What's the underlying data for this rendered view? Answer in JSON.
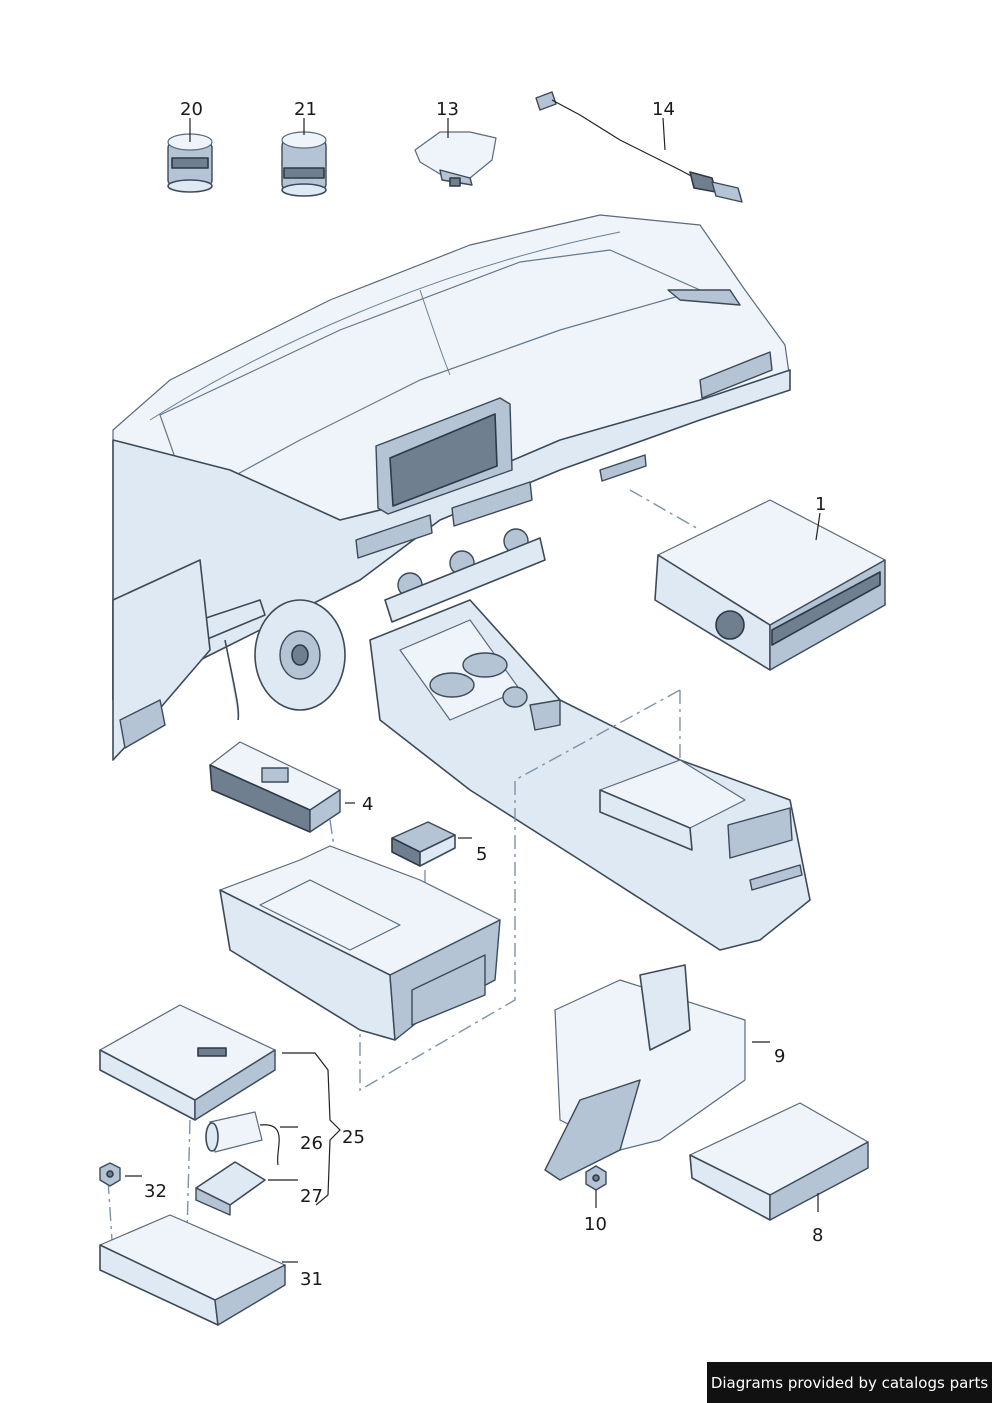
{
  "callouts": {
    "c1": "1",
    "c4": "4",
    "c5": "5",
    "c8": "8",
    "c9": "9",
    "c10": "10",
    "c13": "13",
    "c14": "14",
    "c20": "20",
    "c21": "21",
    "c25": "25",
    "c26": "26",
    "c27": "27",
    "c31": "31",
    "c32": "32"
  },
  "footer": {
    "text": "Diagrams provided by catalogs parts"
  }
}
